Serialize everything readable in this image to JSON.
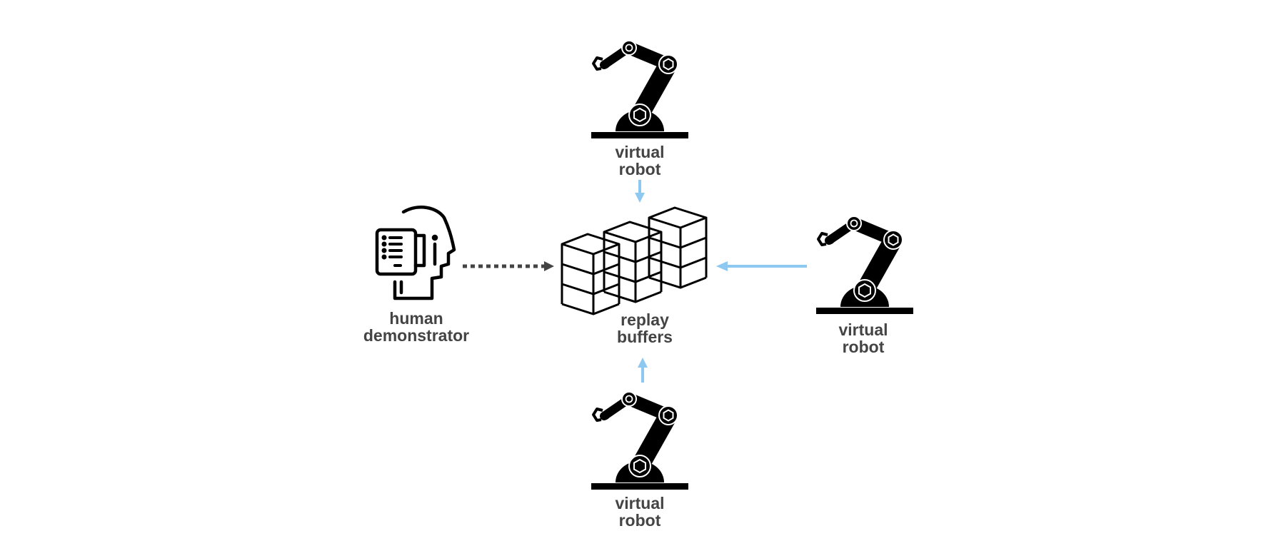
{
  "diagram": {
    "center": {
      "name": "replay buffers",
      "label_lines": [
        "replay",
        "buffers"
      ],
      "icon": "stacked-boxes-icon"
    },
    "nodes": [
      {
        "id": "robot-top",
        "label_lines": [
          "virtual",
          "robot"
        ],
        "icon": "robot-arm-icon"
      },
      {
        "id": "robot-right",
        "label_lines": [
          "virtual",
          "robot"
        ],
        "icon": "robot-arm-icon"
      },
      {
        "id": "robot-bottom",
        "label_lines": [
          "virtual",
          "robot"
        ],
        "icon": "robot-arm-icon"
      },
      {
        "id": "human",
        "label_lines": [
          "human",
          "demonstrator"
        ],
        "icon": "human-head-checklist-icon"
      }
    ],
    "edges": [
      {
        "from": "robot-top",
        "to": "replay buffers",
        "style": "solid",
        "color": "#8cc8f0"
      },
      {
        "from": "robot-right",
        "to": "replay buffers",
        "style": "solid",
        "color": "#8cc8f0"
      },
      {
        "from": "robot-bottom",
        "to": "replay buffers",
        "style": "solid",
        "color": "#8cc8f0"
      },
      {
        "from": "human",
        "to": "replay buffers",
        "style": "dotted",
        "color": "#444444"
      }
    ],
    "colors": {
      "icon": "#000000",
      "label": "#444444",
      "robot_arrow": "#8cc8f0",
      "human_arrow": "#444444"
    }
  }
}
